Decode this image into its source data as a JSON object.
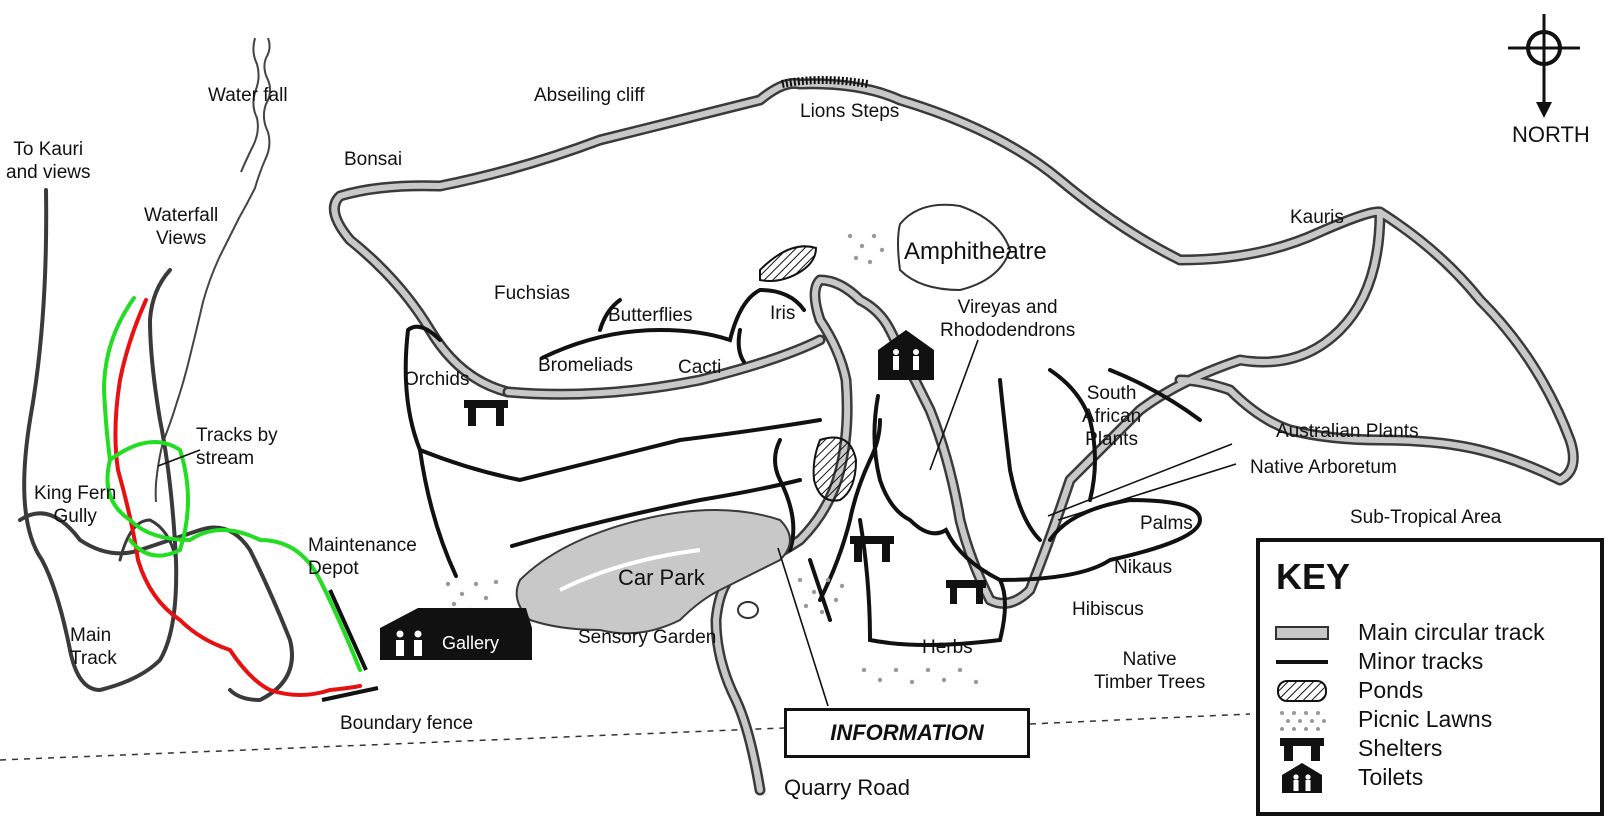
{
  "labels": {
    "to_kauri": "To Kauri\nand views",
    "waterfall": "Water  fall",
    "waterfall_views": "Waterfall\nViews",
    "tracks_by_stream": "Tracks by\nstream",
    "king_fern_gully": "King Fern\nGully",
    "maintenance_depot": "Maintenance\nDepot",
    "main_track": "Main\nTrack",
    "boundary_fence": "Boundary fence",
    "abseiling_cliff": "Abseiling cliff",
    "lions_steps": "Lions Steps",
    "bonsai": "Bonsai",
    "fuchsias": "Fuchsias",
    "butterflies": "Butterflies",
    "iris": "Iris",
    "orchids": "Orchids",
    "bromeliads": "Bromeliads",
    "cacti": "Cacti",
    "amphitheatre": "Amphitheatre",
    "vireyas": "Vireyas and\nRhododendrons",
    "kauris": "Kauris",
    "south_african": "South\nAfrican\nPlants",
    "australian_plants": "Australian Plants",
    "native_arboretum": "Native Arboretum",
    "sub_tropical": "Sub-Tropical Area",
    "palms": "Palms",
    "nikaus": "Nikaus",
    "hibiscus": "Hibiscus",
    "herbs": "Herbs",
    "native_timber": "Native\nTimber Trees",
    "car_park": "Car Park",
    "sensory_garden": "Sensory Garden",
    "gallery": "Gallery",
    "information": "INFORMATION",
    "quarry_road": "Quarry Road"
  },
  "north": {
    "label": "NORTH",
    "icon": "compass-north-arrow-icon"
  },
  "key": {
    "title": "KEY",
    "items": [
      {
        "label": "Main circular track",
        "icon": "main-track-swatch-icon"
      },
      {
        "label": "Minor tracks",
        "icon": "minor-track-swatch-icon"
      },
      {
        "label": "Ponds",
        "icon": "pond-hatch-icon"
      },
      {
        "label": "Picnic Lawns",
        "icon": "picnic-dots-icon"
      },
      {
        "label": "Shelters",
        "icon": "shelter-icon"
      },
      {
        "label": "Toilets",
        "icon": "toilet-icon"
      }
    ]
  },
  "colors": {
    "main_track_fill": "#c8c8c8",
    "track_outline": "#3a3a3a",
    "minor_track": "#111111",
    "route_red": "#e81010",
    "route_green": "#22dd22"
  }
}
